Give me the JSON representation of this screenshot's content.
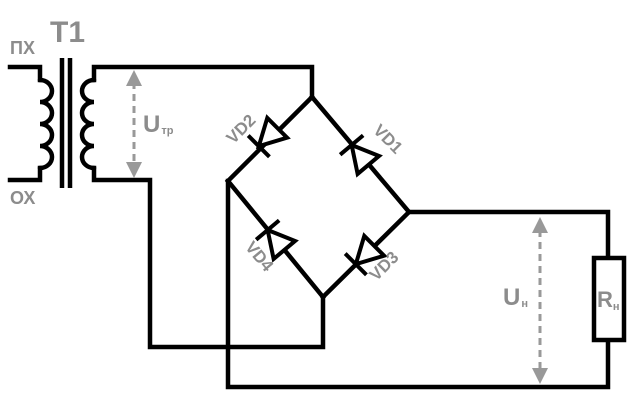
{
  "transformer": {
    "name": "T1",
    "primary_top": "ПХ",
    "primary_bottom": "ОХ"
  },
  "voltages": {
    "transformer": {
      "symbol": "U",
      "subscript": "тр"
    },
    "load": {
      "symbol": "U",
      "subscript": "н"
    }
  },
  "load_resistor": {
    "symbol": "R",
    "subscript": "н"
  },
  "diodes": {
    "vd1": "VD1",
    "vd2": "VD2",
    "vd3": "VD3",
    "vd4": "VD4"
  },
  "colors": {
    "wire": "#000000",
    "label": "#8c8c8c",
    "arrow": "#999999"
  }
}
